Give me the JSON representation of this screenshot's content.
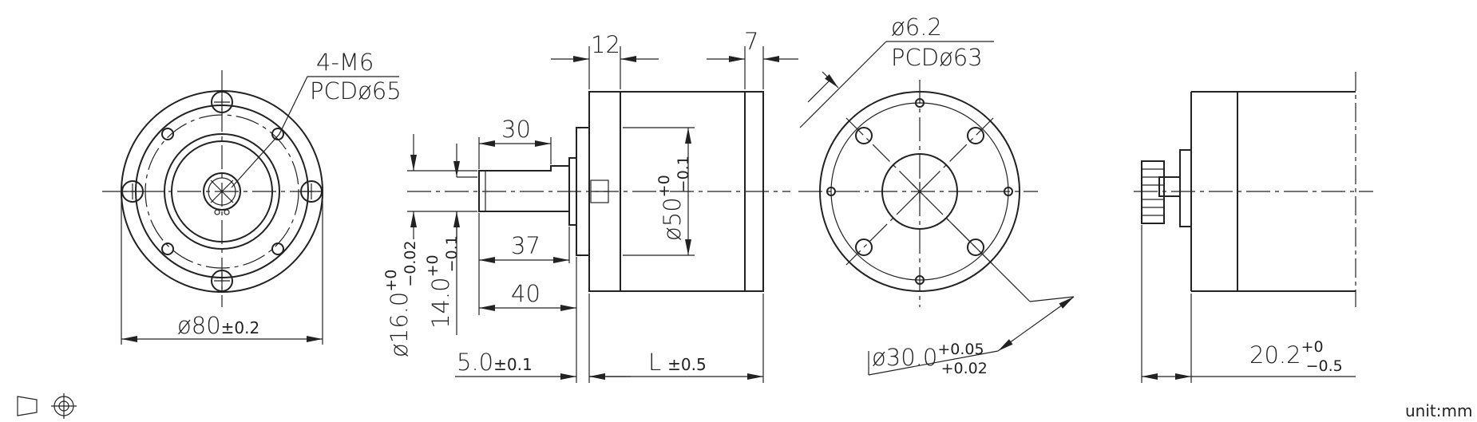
{
  "drawing": {
    "front_view": {
      "hole_callout": "4-M6",
      "hole_pcd": "PCDø65",
      "diameter": "ø80",
      "diameter_tol": "±0.2"
    },
    "side_view": {
      "top_dim_1": "12",
      "top_dim_2": "7",
      "shaft_length": "30",
      "dim_37": "37",
      "dim_40": "40",
      "pilot_dia": "ø50",
      "pilot_tol_upper": "+0",
      "pilot_tol_lower": "−0.1",
      "dia_16": "ø16.0",
      "dia_16_tol_upper": "+0",
      "dia_16_tol_lower": "−0.02",
      "dim_14": "14.0",
      "dim_14_tol_upper": "+0",
      "dim_14_tol_lower": "−0.1",
      "dim_5": "5.0",
      "dim_5_tol": "±0.1",
      "length": "L",
      "length_tol": "±0.5"
    },
    "rear_view": {
      "hole_dia": "ø6.2",
      "hole_pcd": "PCDø63",
      "boss_dia": "ø30.0",
      "boss_tol_upper": "+0.05",
      "boss_tol_lower": "+0.02"
    },
    "right_view": {
      "dim": "20.2",
      "tol_upper": "+0",
      "tol_lower": "−0.5"
    },
    "unit_label": "unit:mm",
    "projection_symbol": "third-angle-projection-icon"
  }
}
